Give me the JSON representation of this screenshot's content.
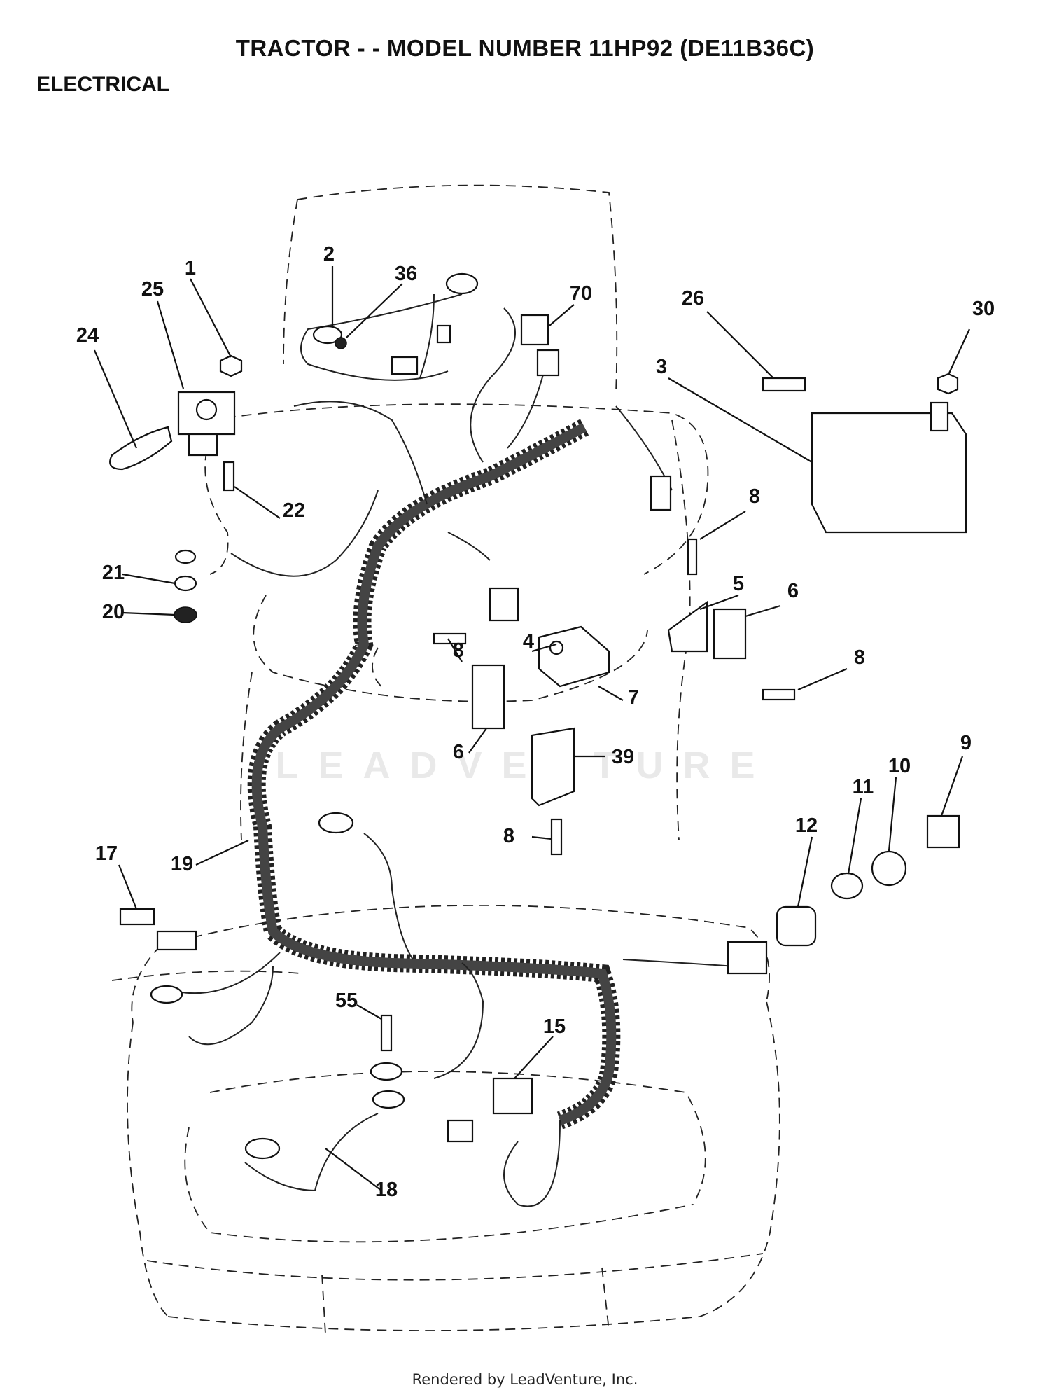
{
  "header": {
    "title": "TRACTOR - - MODEL NUMBER 11HP92   (DE11B36C)",
    "section": "ELECTRICAL"
  },
  "watermark": "LEADVENTURE",
  "footer": "Rendered by LeadVenture, Inc.",
  "callouts": [
    "1",
    "2",
    "3",
    "4",
    "5",
    "6",
    "6",
    "7",
    "8",
    "8",
    "8",
    "8",
    "9",
    "10",
    "11",
    "12",
    "15",
    "17",
    "18",
    "19",
    "20",
    "21",
    "22",
    "24",
    "25",
    "26",
    "30",
    "36",
    "39",
    "55",
    "70"
  ]
}
